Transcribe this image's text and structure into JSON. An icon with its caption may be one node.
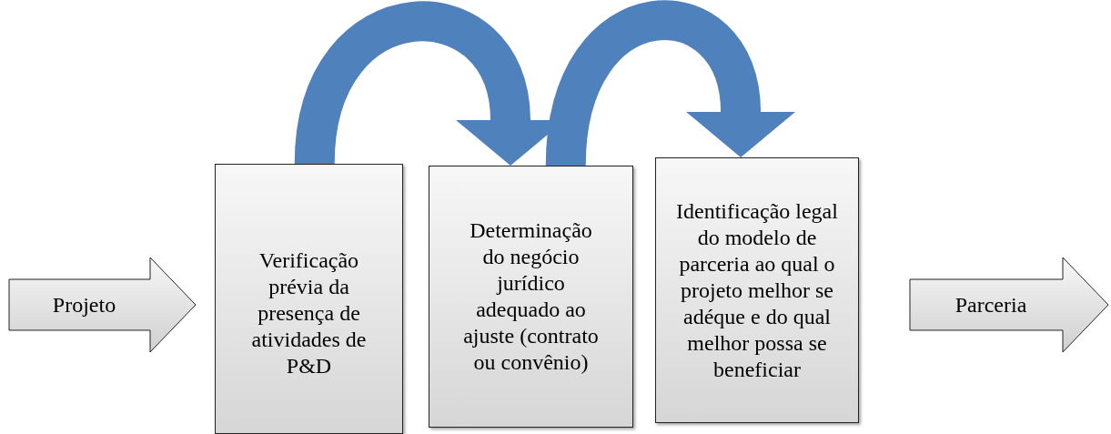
{
  "diagram": {
    "nodes": [
      {
        "text": [
          "Projeto"
        ]
      },
      {
        "text": [
          "Verificação prévia da presença de atividades de P&D"
        ]
      },
      {
        "text": [
          "Determinação do negócio jurídico adequado ao ajuste (contrato ou convênio)"
        ]
      },
      {
        "text": [
          "Identificação legal do modelo de parceria ao qual o projeto melhor se adéque e do qual melhor possa se beneficiar"
        ]
      },
      {
        "text": [
          "Parceria"
        ]
      }
    ],
    "edges": [
      {
        "from": 1,
        "to": 2,
        "arrow": "to"
      },
      {
        "from": 2,
        "to": 3,
        "arrow": "to"
      }
    ]
  }
}
